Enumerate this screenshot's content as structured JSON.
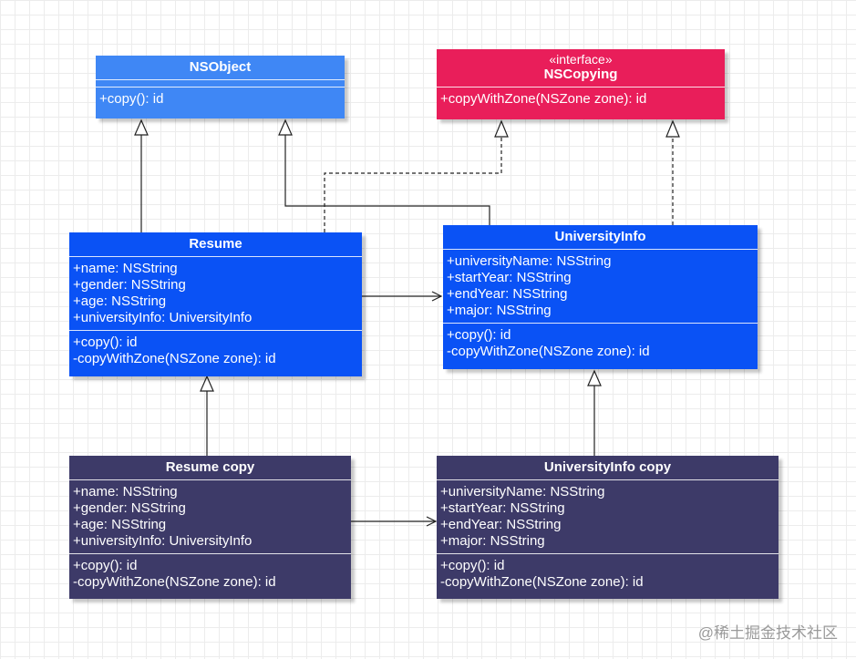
{
  "diagram": {
    "colors": {
      "nsobject": "#3f87f5",
      "nscopying": "#e91e5a",
      "original": "#0a52f5",
      "copy": "#3d3a68",
      "edge": "#222222"
    },
    "classes": {
      "nsobject": {
        "name": "NSObject",
        "attributes": [],
        "methods": [
          "+copy(): id"
        ]
      },
      "nscopying": {
        "stereotype": "«interface»",
        "name": "NSCopying",
        "methods": [
          "+copyWithZone(NSZone zone): id"
        ]
      },
      "resume": {
        "name": "Resume",
        "attributes": [
          "+name: NSString",
          "+gender: NSString",
          "+age: NSString",
          "+universityInfo: UniversityInfo"
        ],
        "methods": [
          "+copy(): id",
          "-copyWithZone(NSZone zone): id"
        ]
      },
      "university_info": {
        "name": "UniversityInfo",
        "attributes": [
          "+universityName: NSString",
          "+startYear: NSString",
          "+endYear: NSString",
          "+major: NSString"
        ],
        "methods": [
          "+copy(): id",
          "-copyWithZone(NSZone zone): id"
        ]
      },
      "resume_copy": {
        "name": "Resume copy",
        "attributes": [
          "+name: NSString",
          "+gender: NSString",
          "+age: NSString",
          "+universityInfo: UniversityInfo"
        ],
        "methods": [
          "+copy(): id",
          "-copyWithZone(NSZone zone): id"
        ]
      },
      "university_info_copy": {
        "name": "UniversityInfo copy",
        "attributes": [
          "+universityName: NSString",
          "+startYear: NSString",
          "+endYear: NSString",
          "+major: NSString"
        ],
        "methods": [
          "+copy(): id",
          "-copyWithZone(NSZone zone): id"
        ]
      }
    },
    "relations": [
      {
        "from": "resume",
        "to": "nsobject",
        "kind": "inheritance"
      },
      {
        "from": "university_info",
        "to": "nsobject",
        "kind": "inheritance"
      },
      {
        "from": "resume",
        "to": "nscopying",
        "kind": "realization"
      },
      {
        "from": "university_info",
        "to": "nscopying",
        "kind": "realization"
      },
      {
        "from": "resume",
        "to": "university_info",
        "kind": "association"
      },
      {
        "from": "resume_copy",
        "to": "resume",
        "kind": "inheritance"
      },
      {
        "from": "university_info_copy",
        "to": "university_info",
        "kind": "inheritance"
      },
      {
        "from": "resume_copy",
        "to": "university_info_copy",
        "kind": "association"
      }
    ]
  },
  "watermark": "@稀土掘金技术社区"
}
